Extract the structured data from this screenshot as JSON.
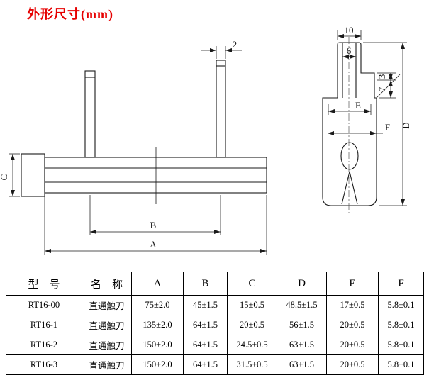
{
  "page_title": "外形尺寸(mm)",
  "colors": {
    "title": "#e60000",
    "line": "#1a1a1a"
  },
  "drawing": {
    "side_view": {
      "dim_tab_thickness": "2",
      "dim_A": "A",
      "dim_B": "B",
      "dim_C": "C"
    },
    "end_view": {
      "dim_outer_width": "10",
      "dim_inner_width": "6",
      "dim_step_3": "3",
      "dim_step_7": "7",
      "dim_E": "E",
      "dim_F": "F",
      "dim_D": "D"
    }
  },
  "table": {
    "headers": [
      "型　号",
      "名　称",
      "A",
      "B",
      "C",
      "D",
      "E",
      "F"
    ],
    "rows": [
      [
        "RT16-00",
        "直通触刀",
        "75±2.0",
        "45±1.5",
        "15±0.5",
        "48.5±1.5",
        "17±0.5",
        "5.8±0.1"
      ],
      [
        "RT16-1",
        "直通触刀",
        "135±2.0",
        "64±1.5",
        "20±0.5",
        "56±1.5",
        "20±0.5",
        "5.8±0.1"
      ],
      [
        "RT16-2",
        "直通触刀",
        "150±2.0",
        "64±1.5",
        "24.5±0.5",
        "63±1.5",
        "20±0.5",
        "5.8±0.1"
      ],
      [
        "RT16-3",
        "直通触刀",
        "150±2.0",
        "64±1.5",
        "31.5±0.5",
        "63±1.5",
        "20±0.5",
        "5.8±0.1"
      ]
    ]
  }
}
